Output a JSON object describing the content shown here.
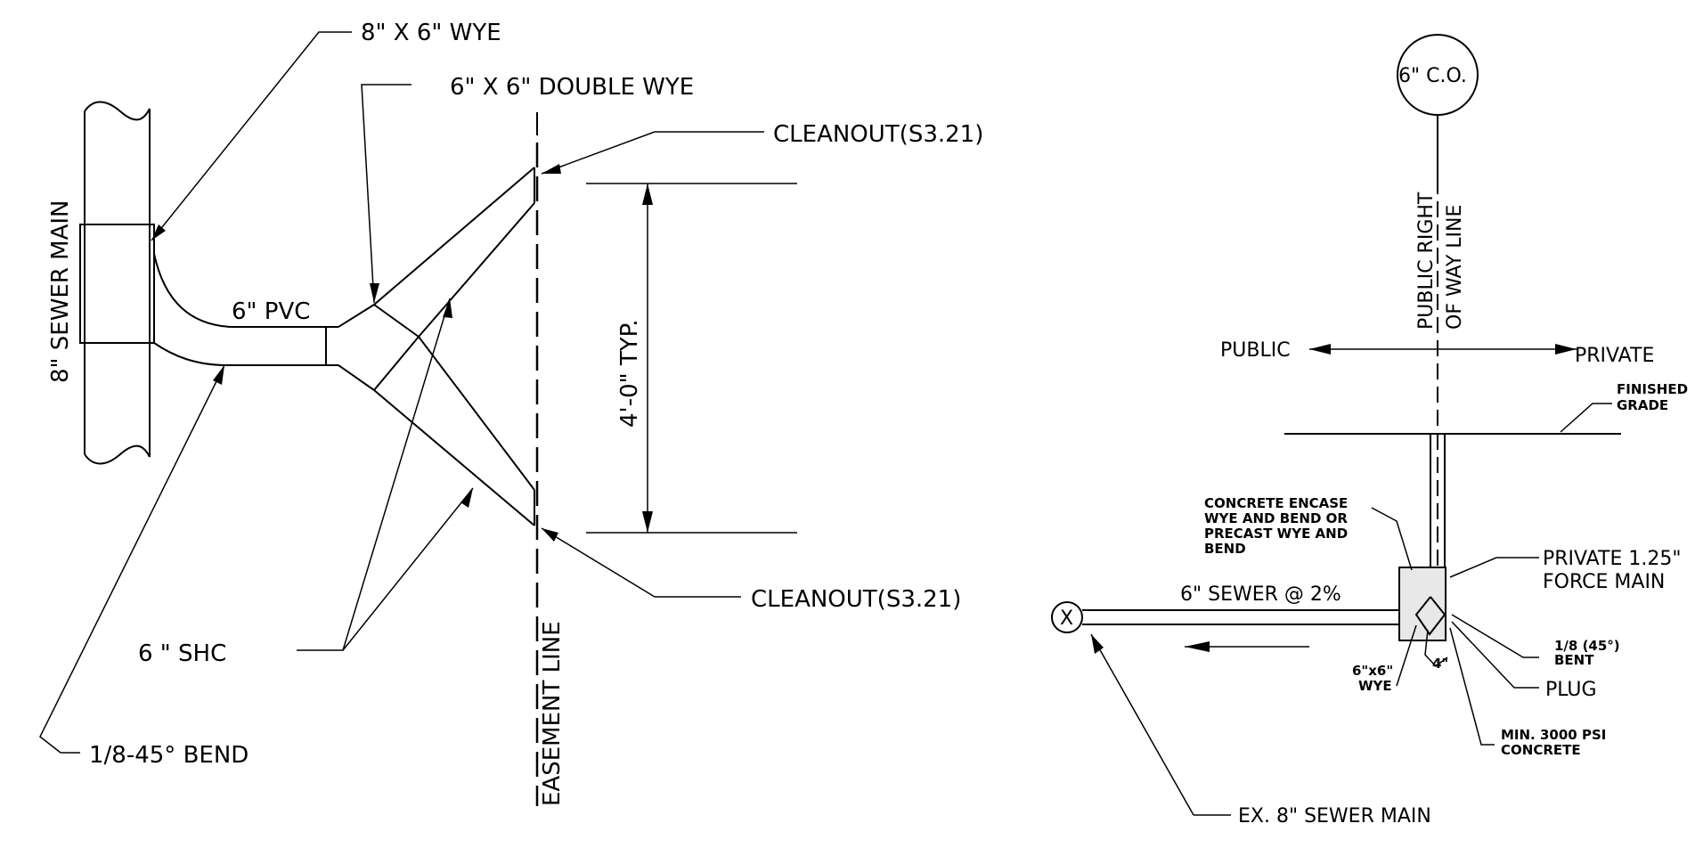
{
  "left_detail": {
    "wye_8x6": "8\" X 6\" WYE",
    "double_wye": "6\" X 6\" DOUBLE WYE",
    "cleanout_top": "CLEANOUT(S3.21)",
    "cleanout_bottom": "CLEANOUT(S3.21)",
    "sewer_main": "8\" SEWER MAIN",
    "pvc": "6\" PVC",
    "shc": "6 \" SHC",
    "bend": "1/8-45° BEND",
    "dimension": "4'-0\" TYP.",
    "easement": "EASEMENT LINE"
  },
  "right_detail": {
    "co": "6\" C.O.",
    "row_line_1": "PUBLIC RIGHT",
    "row_line_2": "OF WAY LINE",
    "public": "PUBLIC",
    "private": "PRIVATE",
    "finished_grade_1": "FINISHED",
    "finished_grade_2": "GRADE",
    "encase_1": "CONCRETE ENCASE",
    "encase_2": "WYE AND BEND OR",
    "encase_3": "PRECAST WYE AND",
    "encase_4": "BEND",
    "force_main_1": "PRIVATE 1.25\"",
    "force_main_2": "FORCE MAIN",
    "sewer": "6\" SEWER @ 2%",
    "bent_1": "1/8 (45°)",
    "bent_2": "BENT",
    "plug": "PLUG",
    "wye_1": "6\"x6\"",
    "wye_2": "WYE",
    "dim_4": "4\"",
    "concrete_1": "MIN. 3000 PSI",
    "concrete_2": "CONCRETE",
    "ex_main": "EX. 8\" SEWER MAIN",
    "ex_symbol": "X"
  }
}
